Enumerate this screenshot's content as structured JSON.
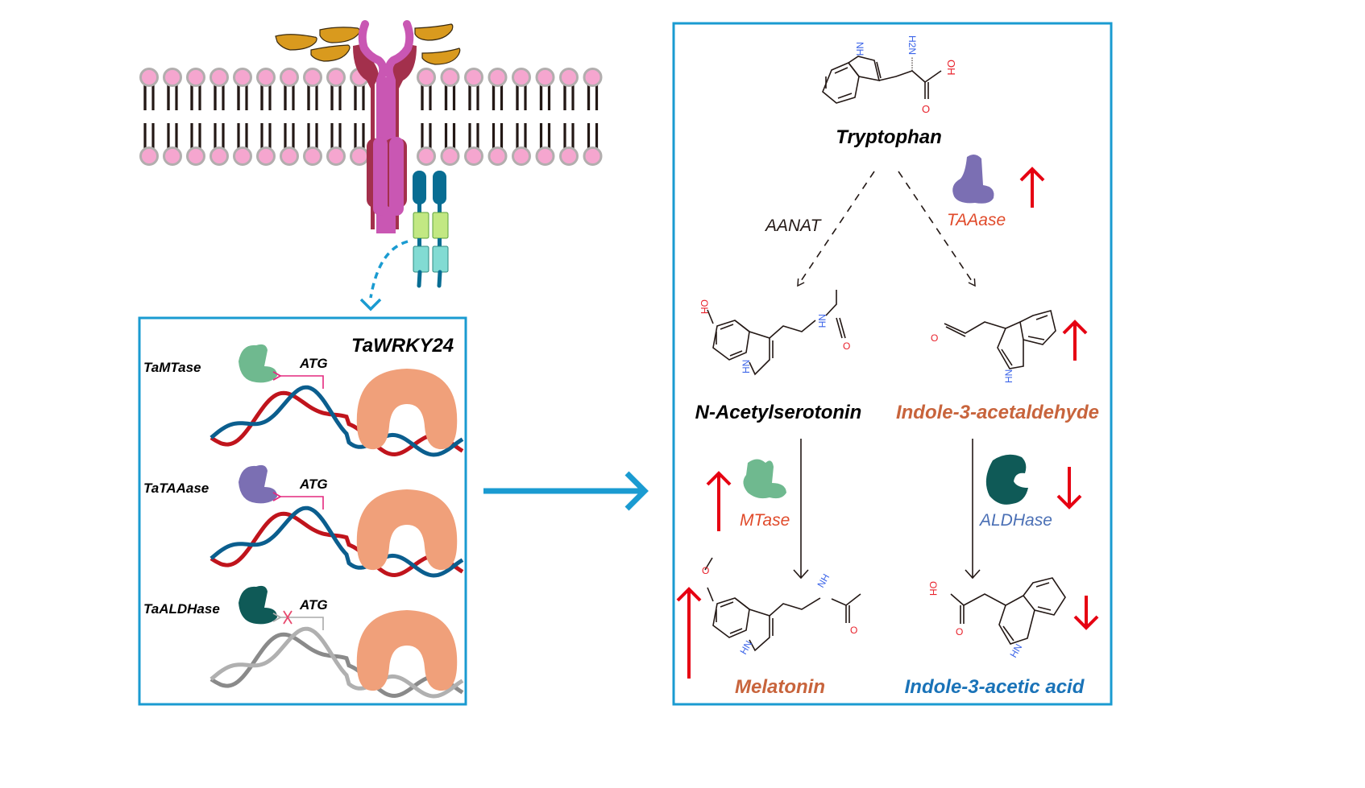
{
  "figure": {
    "left_panel": {
      "membrane_label": "",
      "gene_box_title": "TaWRKY24",
      "genes": [
        {
          "name": "TaMTase",
          "promoter_label": "ATG",
          "enzyme_color": "#6fb98f",
          "state": "activated"
        },
        {
          "name": "TaTAAase",
          "promoter_label": "ATG",
          "enzyme_color": "#7b6fb3",
          "state": "activated"
        },
        {
          "name": "TaALDHase",
          "promoter_label": "ATG",
          "enzyme_color": "#0f5a57",
          "state": "repressed"
        }
      ]
    },
    "pathway": {
      "start": {
        "name": "Tryptophan",
        "color": "#000000",
        "atoms": {
          "nh": "NH",
          "nh2": "H2N",
          "oh": "OH",
          "o": "O"
        }
      },
      "branches": [
        {
          "enzyme1": {
            "name": "AANAT",
            "color": "#231815"
          },
          "intermediate": {
            "name": "N-Acetylserotonin",
            "color": "#000000",
            "atoms": {
              "oh": "OH",
              "nh": "NH",
              "o": "O",
              "hn": "HN"
            }
          },
          "enzyme2": {
            "name": "MTase",
            "color": "#e04a2a",
            "change": "up"
          },
          "product": {
            "name": "Melatonin",
            "color": "#c8643c",
            "change": "up",
            "atoms": {
              "o_methoxy": "O",
              "nh": "NH",
              "o": "O",
              "hn": "HN"
            }
          }
        },
        {
          "enzyme1": {
            "name": "TAAase",
            "color": "#e04a2a",
            "change": "up"
          },
          "intermediate": {
            "name": "Indole-3-acetaldehyde",
            "color": "#c8643c",
            "change": "up",
            "atoms": {
              "o": "O",
              "hn": "HN"
            }
          },
          "enzyme2": {
            "name": "ALDHase",
            "color": "#4a6fb5",
            "change": "down"
          },
          "product": {
            "name": "Indole-3-acetic acid",
            "color": "#1a73b8",
            "change": "down",
            "atoms": {
              "oh": "OH",
              "o": "O",
              "hn": "HN"
            }
          }
        }
      ]
    },
    "colors": {
      "frame": "#1a9bd1",
      "arrow_up_down": "#e60012",
      "dna_strand_a": "#c0141c",
      "dna_strand_b": "#0b5e8e",
      "promoter_arrow": "#e4297f",
      "transcription_factor": "#f0a07a",
      "lipid_head": "#f5a6cf",
      "lipid_head_border": "#b2aeae",
      "lipid_tail": "#231815",
      "ligand": "#d99a1e",
      "receptor_outer": "#a3304c",
      "receptor_inner": "#c957b3",
      "kinase_head": "#086d93",
      "kinase_mid": "#c2e883",
      "kinase_low": "#82dbd3",
      "nitrogen": "#3a63e8",
      "oxygen": "#e8202a"
    }
  }
}
